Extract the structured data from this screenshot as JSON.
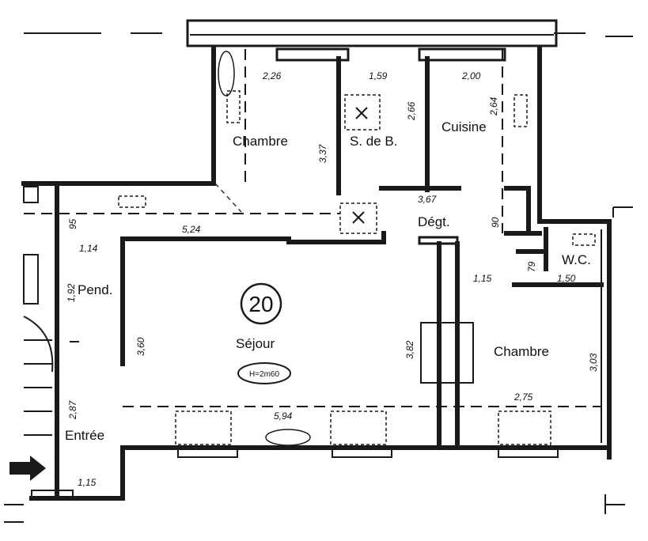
{
  "rooms": {
    "chambre_1": "Chambre",
    "salle_de_bain": "S. de B.",
    "cuisine": "Cuisine",
    "degagement": "Dégt.",
    "wc": "W.C.",
    "penderie": "Pend.",
    "sejour": "Séjour",
    "chambre_2": "Chambre",
    "entree": "Entrée"
  },
  "apartment_number": "20",
  "ceiling_height": "H=2m60",
  "dimensions": {
    "d_226": "2,26",
    "d_159": "1,59",
    "d_200": "2,00",
    "d_266": "2,66",
    "d_337": "3,37",
    "d_264": "2,64",
    "d_367": "3,67",
    "d_90": "90",
    "d_95": "95",
    "d_524": "5,24",
    "d_114": "1,14",
    "d_192": "1,92",
    "d_79": "79",
    "d_115a": "1,15",
    "d_150": "1,50",
    "d_360": "3,60",
    "d_382": "3,82",
    "d_303": "3,03",
    "d_275": "2,75",
    "d_594": "5,94",
    "d_287": "2,87",
    "d_115b": "1,15"
  }
}
